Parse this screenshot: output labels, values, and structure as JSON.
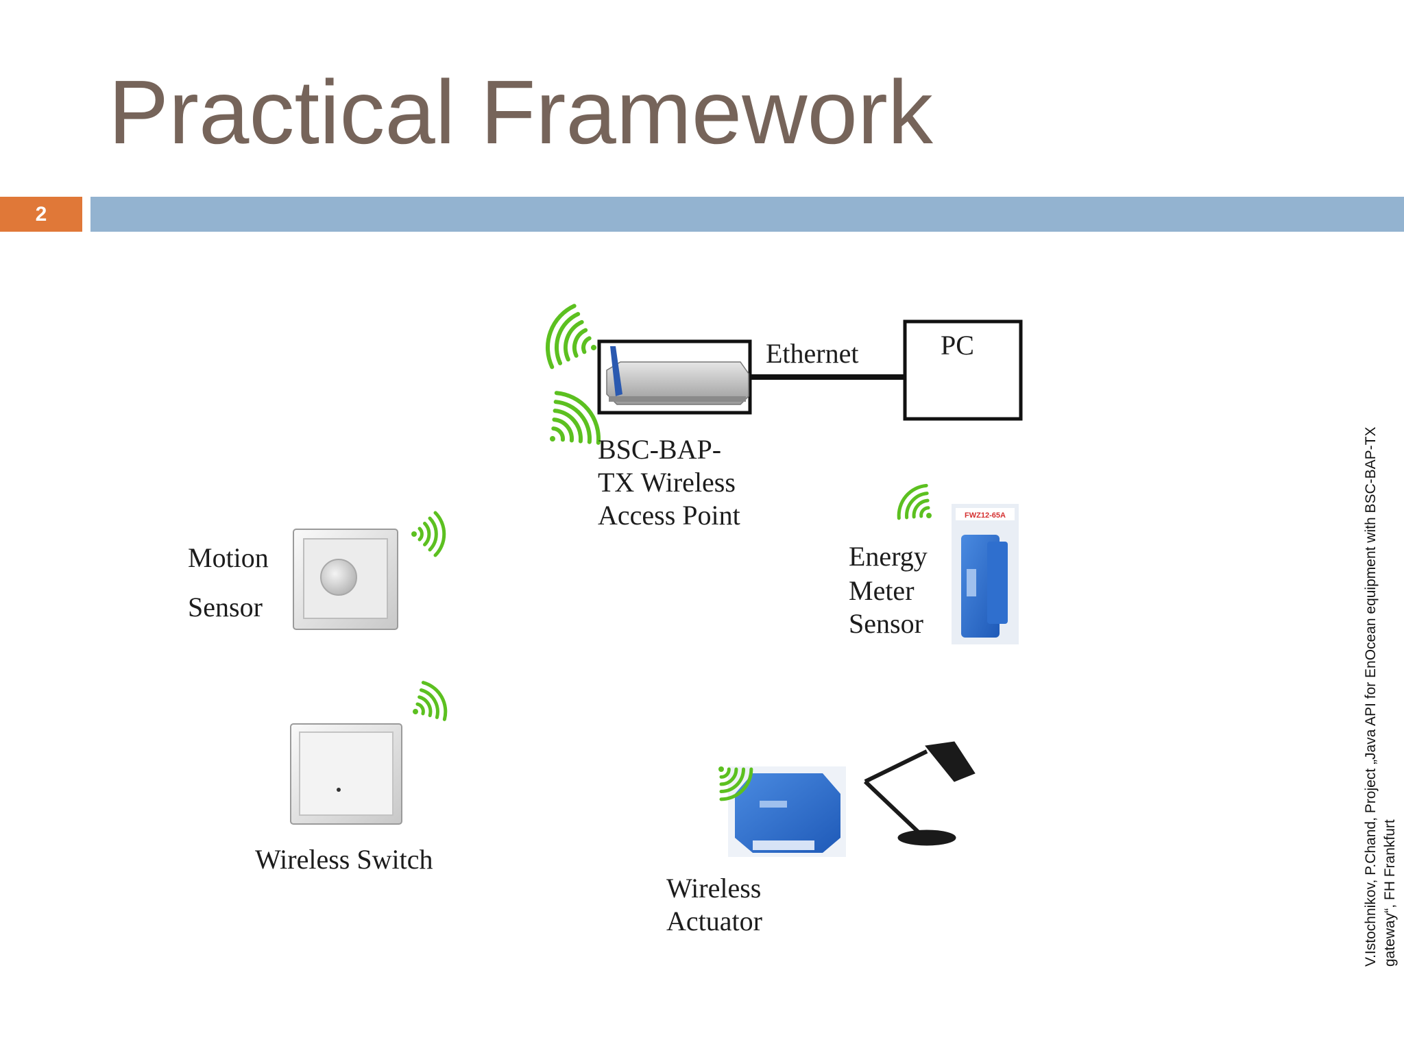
{
  "slide": {
    "title": "Practical Framework",
    "number": "2"
  },
  "diagram": {
    "ethernet_label": "Ethernet",
    "pc_label": "PC",
    "access_point_label": [
      "BSC-BAP-",
      "TX Wireless",
      "Access Point"
    ],
    "motion_sensor_label": [
      "Motion",
      "Sensor"
    ],
    "energy_meter_label": [
      "Energy",
      "Meter",
      "Sensor"
    ],
    "energy_meter_device_text": "FWZ12-65A",
    "wireless_switch_label": "Wireless Switch",
    "wireless_actuator_label": [
      "Wireless",
      "Actuator"
    ]
  },
  "credit": "V.Istochnikov, P.Chand, Project „Java API for EnOcean equipment with BSC-BAP-TX gateway“, FH Frankfurt",
  "colors": {
    "title": "#76645a",
    "number_box": "#e07838",
    "bar": "#93b3d0",
    "signal": "#5cc020",
    "device_blue": "#2f6fce"
  }
}
